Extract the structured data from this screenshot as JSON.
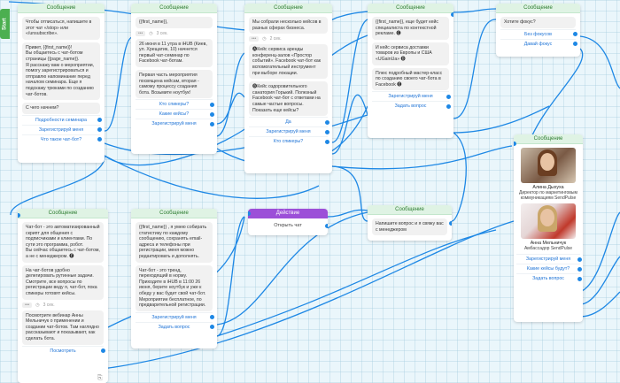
{
  "flow": {
    "start_label": "Start",
    "message_header": "Сообщение",
    "action_header": "Действие",
    "delay": "3 сек.",
    "delay2": "2 сек."
  },
  "cards": {
    "c1": {
      "b1": "Чтобы отписаться, напишите в этот чат «/stop» или «/unsubscribe».",
      "b2": "Привет, {{first_name}}!\nВы общаетесь с чат-ботом страницы {{page_name}}.\nЯ расскажу вам о мероприятии, помогу зарегистрироваться и отправлю напоминание перед началом семинара. Еще я подскажу трюками по созданию чат-ботов.",
      "b3": "С чего начнем?",
      "btn1": "Подробности семинара",
      "btn2": "Зарегистрируй меня",
      "btn3": "Что такое чат-бот?"
    },
    "c2": {
      "b1": "{{first_name}},",
      "b2": "26 июня в 11 утра в iHUB (Киев, ул. Хрещатик, 10) начнется первый чат-семинар по Facebook чат-ботам.",
      "b3": "Первая часть мероприятия посвящена кейсам, вторая - самому процессу создания бота. Возьмите ноутбук!",
      "btn1": "Кто спикеры?",
      "btn2": "Какие кейсы?",
      "btn3": "Зарегистрируй меня"
    },
    "c3": {
      "b1": "Мы собрали несколько кейсов в разных сферах бизнеса.",
      "b2": "🅐Кейс сервиса аренды конференц-залов «Простор событий». Facebook чат-бот как вспомогательный инструмент при выборе локации.",
      "b3": "🅑Кейс оздоровительного санатория Горький. Полезный Facebook чат-бот с ответами на самые частые вопросы. Показать еще кейсы?",
      "btn1": "Да",
      "btn2": "Зарегистрируй меня",
      "btn3": "Кто спикеры?"
    },
    "c4": {
      "b1": "{{first_name}}, еще будет кейс специалиста по контекстной рекламе. 🅒",
      "b2": "И кейс сервиса доставки товаров из Европы и США «UGainUa» 🅓",
      "b3": "Плюс подробный мастер-класс по созданию своего чат-бота в Facebook 🅔",
      "btn1": "Зарегистрируй меня",
      "btn2": "Задать вопрос"
    },
    "c5": {
      "b1": "Хотите фокус?",
      "btn1": "Без фокусов",
      "btn2": "Давай фокус"
    },
    "c6": {
      "p1_name": "Алина Дыхуха",
      "p1_role": "Директор по маркетинговым коммуникациям SendPulse",
      "p2_name": "Анна Мельничук",
      "p2_role": "Амбассадор SendPulse",
      "btn1": "Зарегистрируй меня",
      "btn2": "Какие кейсы будут?",
      "btn3": "Задать вопрос"
    },
    "c7": {
      "b1": "Чат-бот - это автоматизированный скрипт для общения с подписчиками и клиентами. По сути это программа, робот.\nВы сейчас общаетесь с чат-ботом, а не с менеджером. 🅕",
      "b2": "На чат-ботов удобно делегировать рутинные задачи. Смотрите, все вопросы по регистрации веду я, чат-бот, пока спикеры готовят кейсы.",
      "b3": "Посмотрите вебинар Анны Мельничук о применении и создании чат-ботов. Там наглядно рассказывают и показывают, как сделать бота.",
      "btn1": "Посмотреть"
    },
    "c8": {
      "b1": "{{first_name}} , я умею собирать статистику по каждому сообщению, сохранять email-адреса и телефоны при регистрации, меня можно редактировать и дополнять.",
      "b2": "Чат-бот - это тренд, переходящий в норму. Приходите в iHUB в 11:00 26 июня, берите ноутбук и уже к обеду у вас будет свой чат-бот. Мероприятие бесплатное, по предварительной регистрации.",
      "btn1": "Зарегистрируй меня",
      "btn2": "Задать вопрос"
    },
    "c9": {
      "b1": "Открыть чат"
    },
    "c10": {
      "b1": "Напишите вопрос и я свяжу вас с менеджером"
    }
  },
  "colors": {
    "wire": "#1e88e5",
    "start": "#4caf50",
    "action": "#9c4fd8",
    "button_text": "#1e73d6",
    "message_header_bg": "#dff3e4"
  }
}
